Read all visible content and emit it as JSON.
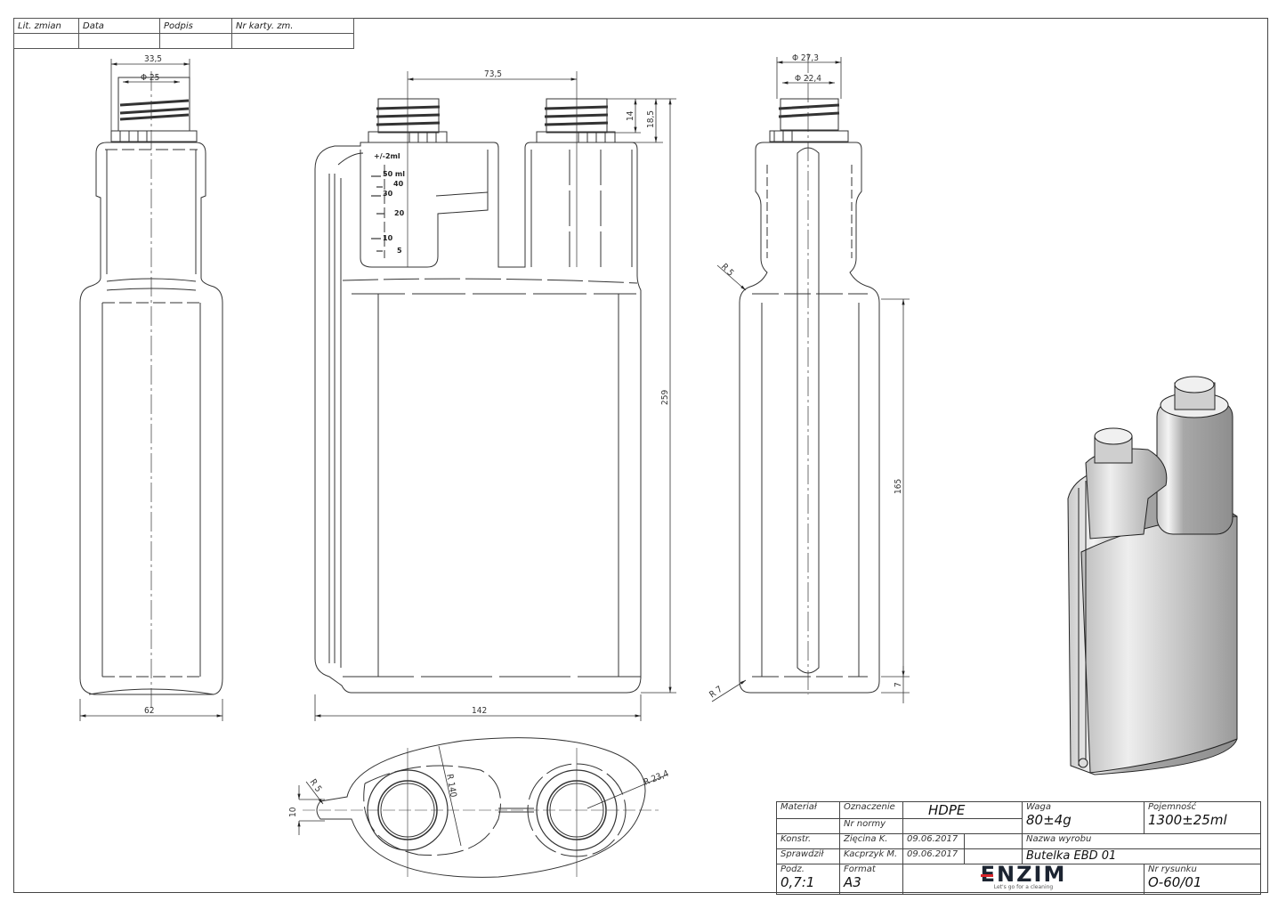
{
  "revision_table": {
    "headers": [
      "Lit. zmian",
      "Data",
      "Podpis",
      "Nr karty. zm."
    ]
  },
  "dimensions": {
    "side_neck_width": "33,5",
    "side_neck_diameter": "Φ 25",
    "side_body_width": "62",
    "front_neck_distance": "73,5",
    "front_thread_height": "14",
    "front_neck_height": "18,5",
    "front_total_height": "259",
    "front_total_width": "142",
    "graduation_labels": [
      "+/-2ml",
      "50 ml",
      "40",
      "30",
      "20",
      "10",
      "5"
    ],
    "right_outer_diameter": "Φ 27,3",
    "right_inner_diameter": "Φ 22,4",
    "right_shoulder_radius": "R 5",
    "right_base_radius": "R 7",
    "right_body_height": "165",
    "right_base_height": "7",
    "top_handle_radius": "R 5",
    "top_handle_width": "10",
    "top_large_radius": "R 140",
    "top_neck_radius": "R 23,4"
  },
  "title_block": {
    "material_label": "Materiał",
    "designation_label": "Oznaczenie",
    "designation_value": "HDPE",
    "norm_label": "Nr normy",
    "weight_label": "Waga",
    "weight_value": "80±4g",
    "capacity_label": "Pojemność",
    "capacity_value": "1300±25ml",
    "designed_label": "Konstr.",
    "designed_by": "Zięcina K.",
    "designed_date": "09.06.2017",
    "checked_label": "Sprawdził",
    "checked_by": "Kacprzyk M.",
    "checked_date": "09.06.2017",
    "product_name_label": "Nazwa wyrobu",
    "product_name": "Butelka EBD 01",
    "scale_label": "Podz.",
    "scale_value": "0,7:1",
    "format_label": "Format",
    "format_value": "A3",
    "logo_text": "ENZIM",
    "logo_tagline": "Let's go for a cleaning",
    "drawing_no_label": "Nr rysunku",
    "drawing_no": "O-60/01"
  },
  "colors": {
    "logo_dark": "#1c2431",
    "logo_red": "#d9252a",
    "line": "#333333"
  }
}
